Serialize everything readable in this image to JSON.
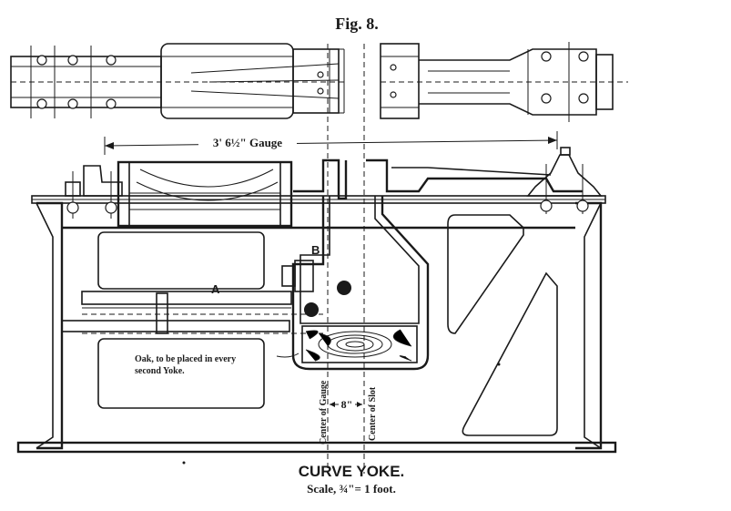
{
  "figure": {
    "label": "Fig. 8.",
    "caption_title": "CURVE YOKE.",
    "caption_scale": "Scale, ¾\"= 1 foot."
  },
  "annotations": {
    "gauge": "3' 6½\" Gauge",
    "label_a": "A",
    "label_b": "B",
    "oak_note_line1": "Oak, to be placed in every",
    "oak_note_line2": "second Yoke.",
    "center_of_gauge": "Center of Gauge",
    "center_of_slot": "Center of Slot",
    "offset": "8\""
  }
}
